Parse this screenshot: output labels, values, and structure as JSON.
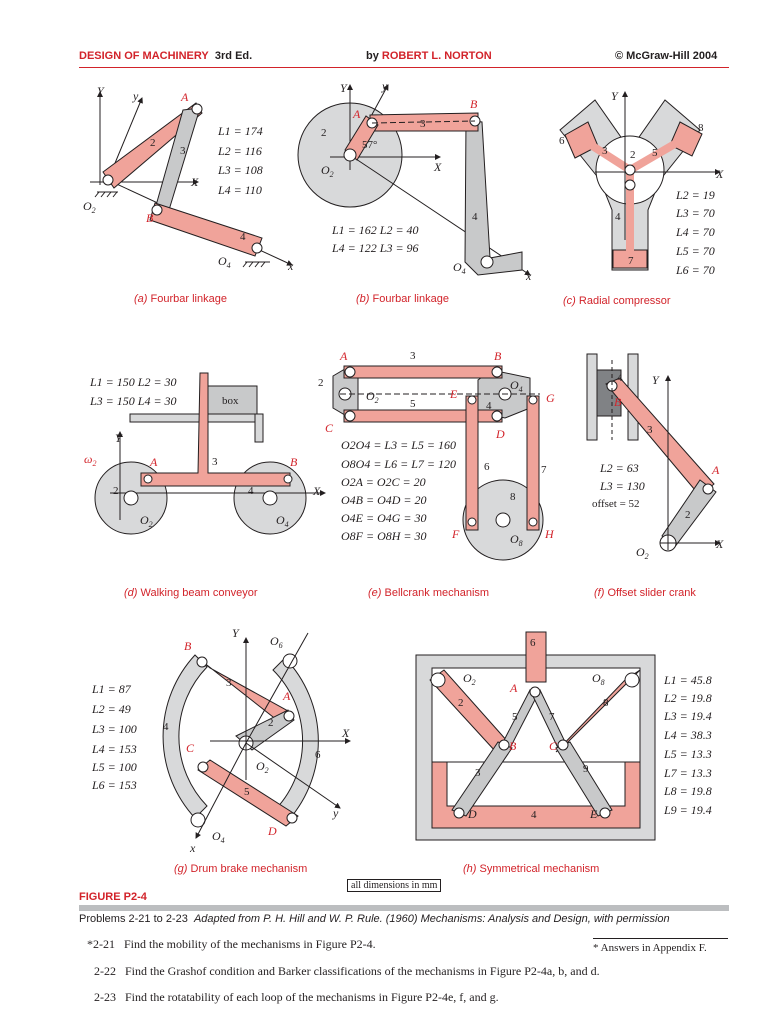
{
  "header": {
    "book_title": "DESIGN OF MACHINERY",
    "edition": "3rd Ed.",
    "by": "by",
    "author": "ROBERT L. NORTON",
    "copyright": "© McGraw-Hill 2004"
  },
  "panels": {
    "a": {
      "caption_letter": "(a)",
      "caption_text": "Fourbar linkage",
      "lengths": [
        "L1 = 174",
        "L2 = 116",
        "L3 = 108",
        "L4 = 110"
      ]
    },
    "b": {
      "caption_letter": "(b)",
      "caption_text": "Fourbar linkage",
      "angle": "57°",
      "lengths": [
        "L1 = 162  L2 = 40",
        "L4 = 122  L3 = 96"
      ]
    },
    "c": {
      "caption_letter": "(c)",
      "caption_text": "Radial compressor",
      "lengths": [
        "L2 = 19",
        "L3 = 70",
        "L4 = 70",
        "L5 = 70",
        "L6 = 70"
      ]
    },
    "d": {
      "caption_letter": "(d)",
      "caption_text": "Walking beam conveyor",
      "box": "box",
      "lengths": [
        "L1 = 150  L2 = 30",
        "L3 = 150  L4 = 30"
      ]
    },
    "e": {
      "caption_letter": "(e)",
      "caption_text": "Bellcrank mechanism",
      "lengths": [
        "O2O4 = L3 = L5 = 160",
        "O8O4 = L6 = L7 = 120",
        "O2A = O2C = 20",
        "O4B = O4D = 20",
        "O4E = O4G = 30",
        "O8F = O8H = 30"
      ]
    },
    "f": {
      "caption_letter": "(f)",
      "caption_text": "Offset slider crank",
      "lengths": [
        "L2 = 63",
        "L3 = 130",
        "offset = 52"
      ]
    },
    "g": {
      "caption_letter": "(g)",
      "caption_text": "Drum brake mechanism",
      "lengths": [
        "L1 = 87",
        "L2 = 49",
        "L3 = 100",
        "L4 = 153",
        "L5 = 100",
        "L6 = 153"
      ]
    },
    "h": {
      "caption_letter": "(h)",
      "caption_text": "Symmetrical mechanism",
      "lengths": [
        "L1 = 45.8",
        "L2 = 19.8",
        "L3 = 19.4",
        "L4 = 38.3",
        "L5 = 13.3",
        "L7 = 13.3",
        "L8 = 19.8",
        "L9 = 19.4"
      ]
    }
  },
  "dims_note": "all dimensions in mm",
  "figure_label": "FIGURE P2-4",
  "problems_line": "Problems 2-21 to 2-23",
  "source_note": "Adapted from P. H. Hill and W. P. Rule. (1960) Mechanisms: Analysis and Design, with permission",
  "answers_note": "*  Answers in Appendix F.",
  "questions": [
    {
      "num": "*2-21",
      "text": "Find the mobility of the mechanisms in Figure P2-4."
    },
    {
      "num": "2-22",
      "text": "Find the Grashof condition and Barker classifications of the mechanisms in Figure P2-4a, b, and d."
    },
    {
      "num": "2-23",
      "text": "Find the rotatability of each  loop of the mechanisms in Figure P2-4e, f, and g."
    }
  ]
}
